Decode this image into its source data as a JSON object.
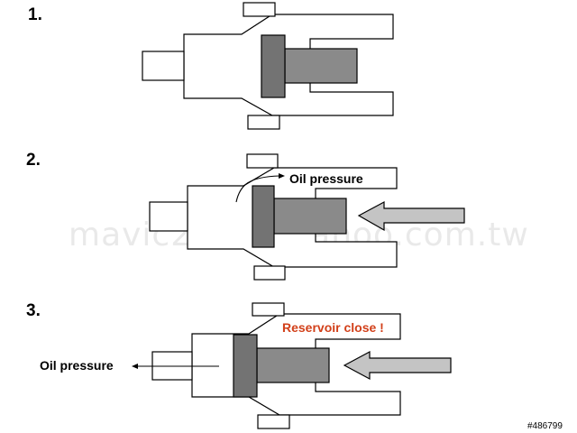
{
  "steps": [
    {
      "number": "1."
    },
    {
      "number": "2.",
      "annotation": "Oil pressure"
    },
    {
      "number": "3.",
      "annotation_left": "Oil pressure",
      "annotation_status": "Reservoir close !"
    }
  ],
  "watermark": "mavic2177@yahoo.com.tw",
  "image_tag": "#486799",
  "colors": {
    "piston": "#737373",
    "rod": "#8a8a8a",
    "push_arrow": "#c4c4c4",
    "status_text": "#d2401a"
  }
}
